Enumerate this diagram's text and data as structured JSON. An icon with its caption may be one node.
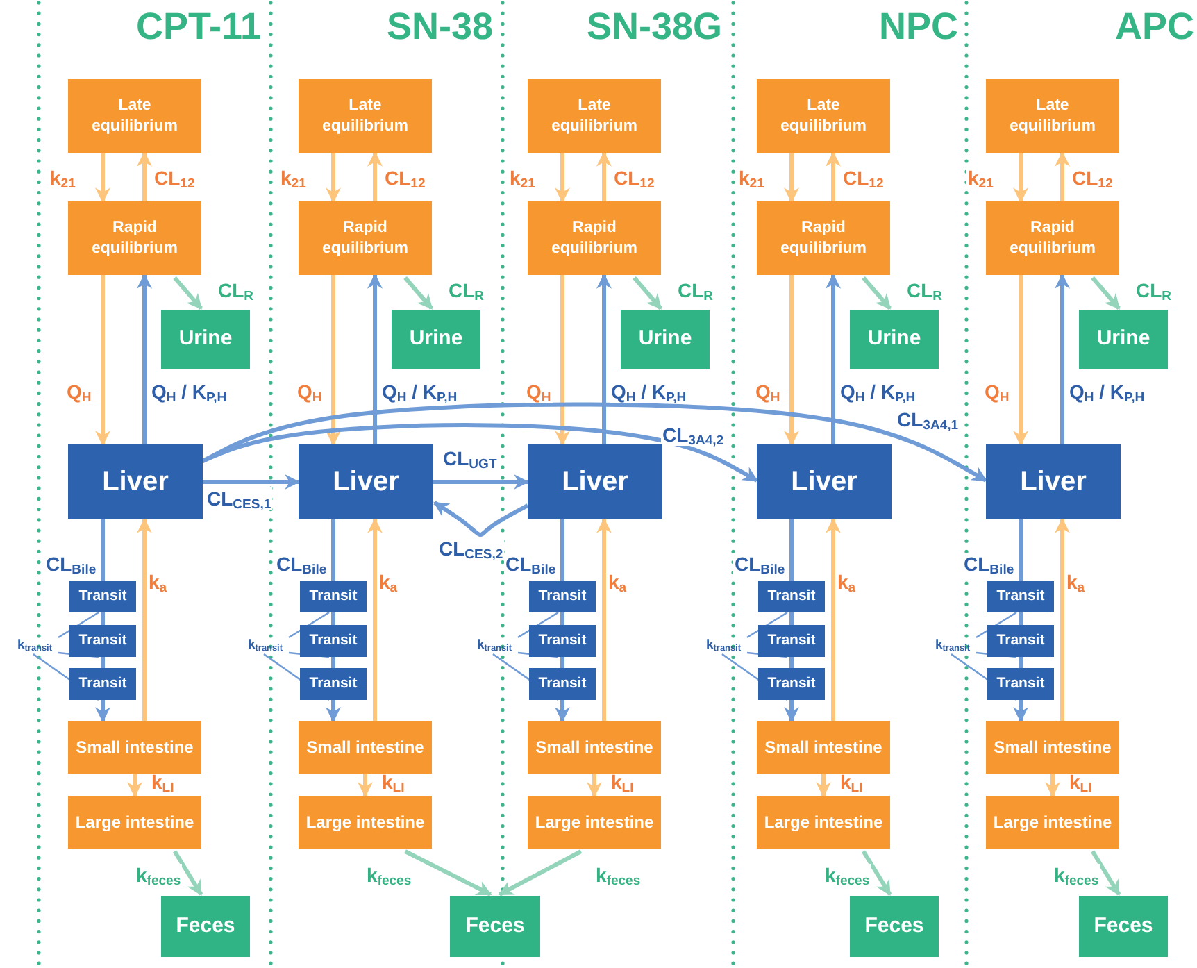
{
  "diagram": {
    "nodes": [
      {
        "text": [
          "Late equilibrium"
        ]
      },
      {
        "text": [
          "Rapid equilibrium"
        ]
      },
      {
        "text": [
          "Urine"
        ]
      },
      {
        "text": [
          "Liver"
        ]
      },
      {
        "text": [
          "Transit"
        ]
      },
      {
        "text": [
          "Transit"
        ]
      },
      {
        "text": [
          "Transit"
        ]
      },
      {
        "text": [
          "k$_{transit}$"
        ]
      },
      {
        "text": [
          "Small intestine"
        ]
      },
      {
        "text": [
          "Large intestine"
        ]
      },
      {
        "text": [
          "Feces"
        ]
      },
      {
        "text": [
          "Late equilibrium"
        ]
      },
      {
        "text": [
          "Rapid equilibrium"
        ]
      },
      {
        "text": [
          "Urine"
        ]
      },
      {
        "text": [
          "Liver"
        ]
      },
      {
        "text": [
          "Transit"
        ]
      },
      {
        "text": [
          "Transit"
        ]
      },
      {
        "text": [
          "Transit"
        ]
      },
      {
        "text": [
          "k$_{transit}$"
        ]
      },
      {
        "text": [
          "Small intestine"
        ]
      },
      {
        "text": [
          "Large intestine"
        ]
      },
      {
        "text": [
          "Feces"
        ]
      },
      {
        "text": [
          "Late equilibrium"
        ]
      },
      {
        "text": [
          "Rapid equilibrium"
        ]
      },
      {
        "text": [
          "Urine"
        ]
      },
      {
        "text": [
          "Liver"
        ]
      },
      {
        "text": [
          "Transit"
        ]
      },
      {
        "text": [
          "Transit"
        ]
      },
      {
        "text": [
          "Transit"
        ]
      },
      {
        "text": [
          "k$_{transit}$"
        ]
      },
      {
        "text": [
          "Small intestine"
        ]
      },
      {
        "text": [
          "Large intestine"
        ]
      },
      {
        "text": [
          "Late equilibrium"
        ]
      },
      {
        "text": [
          "Rapid equilibrium"
        ]
      },
      {
        "text": [
          "Urine"
        ]
      },
      {
        "text": [
          "Liver"
        ]
      },
      {
        "text": [
          "Transit"
        ]
      },
      {
        "text": [
          "Transit"
        ]
      },
      {
        "text": [
          "Transit"
        ]
      },
      {
        "text": [
          "k$_{transit}$"
        ]
      },
      {
        "text": [
          "Small intestine"
        ]
      },
      {
        "text": [
          "Large intestine"
        ]
      },
      {
        "text": [
          "Feces"
        ]
      },
      {
        "text": [
          "Late equilibrium"
        ]
      },
      {
        "text": [
          "Rapid equilibrium"
        ]
      },
      {
        "text": [
          "Urine"
        ]
      },
      {
        "text": [
          "Liver"
        ]
      },
      {
        "text": [
          "Transit"
        ]
      },
      {
        "text": [
          "Transit"
        ]
      },
      {
        "text": [
          "Transit"
        ]
      },
      {
        "text": [
          "k$_{transit}$"
        ]
      },
      {
        "text": [
          "Small intestine"
        ]
      },
      {
        "text": [
          "Large intestine"
        ]
      },
      {
        "text": [
          "Feces"
        ]
      }
    ],
    "edges": [
      {
        "from": 0,
        "to": 1,
        "arrow": "to",
        "label": "k$_{21}$",
        "color": "#fdc57c"
      },
      {
        "from": 1,
        "to": 0,
        "arrow": "to",
        "label": "CL$_{12}$",
        "color": "#fdc57c"
      },
      {
        "from": 1,
        "to": 2,
        "arrow": "to",
        "label": "CL$_{R}$",
        "color": "#93d4bb"
      },
      {
        "from": 1,
        "to": 3,
        "arrow": "to",
        "label": "Q$_{H}$",
        "color": "#fdc57c"
      },
      {
        "from": 3,
        "to": 1,
        "arrow": "to",
        "label": "Q$_{H}$ / K$_{P,H}$"
      },
      {
        "from": 3,
        "to": 4,
        "arrow": "none",
        "label": "CL$_{Bile}$"
      },
      {
        "from": 4,
        "to": 5,
        "arrow": "none"
      },
      {
        "from": 5,
        "to": 6,
        "arrow": "none"
      },
      {
        "from": 6,
        "to": 8,
        "arrow": "to"
      },
      {
        "from": 7,
        "to": 4,
        "arrow": "none"
      },
      {
        "from": 7,
        "to": 5,
        "arrow": "none"
      },
      {
        "from": 7,
        "to": 6,
        "arrow": "none"
      },
      {
        "from": 8,
        "to": 3,
        "arrow": "to",
        "label": "k$_{a}$",
        "color": "#fdc57c"
      },
      {
        "from": 8,
        "to": 9,
        "arrow": "to",
        "label": "k$_{LI}$",
        "color": "#fdc57c"
      },
      {
        "from": 9,
        "to": 10,
        "arrow": "to",
        "label": "k$_{feces}$",
        "color": "#93d4bb"
      },
      {
        "from": 11,
        "to": 12,
        "arrow": "to",
        "label": "k$_{21}$",
        "color": "#fdc57c"
      },
      {
        "from": 12,
        "to": 11,
        "arrow": "to",
        "label": "CL$_{12}$",
        "color": "#fdc57c"
      },
      {
        "from": 12,
        "to": 13,
        "arrow": "to",
        "label": "CL$_{R}$",
        "color": "#93d4bb"
      },
      {
        "from": 12,
        "to": 14,
        "arrow": "to",
        "label": "Q$_{H}$",
        "color": "#fdc57c"
      },
      {
        "from": 14,
        "to": 12,
        "arrow": "to",
        "label": "Q$_{H}$ / K$_{P,H}$"
      },
      {
        "from": 14,
        "to": 15,
        "arrow": "none",
        "label": "CL$_{Bile}$"
      },
      {
        "from": 15,
        "to": 16,
        "arrow": "none"
      },
      {
        "from": 16,
        "to": 17,
        "arrow": "none"
      },
      {
        "from": 17,
        "to": 19,
        "arrow": "to"
      },
      {
        "from": 18,
        "to": 15,
        "arrow": "none"
      },
      {
        "from": 18,
        "to": 16,
        "arrow": "none"
      },
      {
        "from": 18,
        "to": 17,
        "arrow": "none"
      },
      {
        "from": 19,
        "to": 14,
        "arrow": "to",
        "label": "k$_{a}$",
        "color": "#fdc57c"
      },
      {
        "from": 19,
        "to": 20,
        "arrow": "to",
        "label": "k$_{LI}$",
        "color": "#fdc57c"
      },
      {
        "from": 20,
        "to": 21,
        "arrow": "to",
        "label": "k$_{feces}$",
        "color": "#93d4bb"
      },
      {
        "from": 22,
        "to": 23,
        "arrow": "to",
        "label": "k$_{21}$",
        "color": "#fdc57c"
      },
      {
        "from": 23,
        "to": 22,
        "arrow": "to",
        "label": "CL$_{12}$",
        "color": "#fdc57c"
      },
      {
        "from": 23,
        "to": 24,
        "arrow": "to",
        "label": "CL$_{R}$",
        "color": "#93d4bb"
      },
      {
        "from": 23,
        "to": 25,
        "arrow": "to",
        "label": "Q$_{H}$",
        "color": "#fdc57c"
      },
      {
        "from": 25,
        "to": 23,
        "arrow": "to",
        "label": "Q$_{H}$ / K$_{P,H}$"
      },
      {
        "from": 25,
        "to": 26,
        "arrow": "none",
        "label": "CL$_{Bile}$"
      },
      {
        "from": 26,
        "to": 27,
        "arrow": "none"
      },
      {
        "from": 27,
        "to": 28,
        "arrow": "none"
      },
      {
        "from": 28,
        "to": 30,
        "arrow": "to"
      },
      {
        "from": 29,
        "to": 26,
        "arrow": "none"
      },
      {
        "from": 29,
        "to": 27,
        "arrow": "none"
      },
      {
        "from": 29,
        "to": 28,
        "arrow": "none"
      },
      {
        "from": 30,
        "to": 25,
        "arrow": "to",
        "label": "k$_{a}$",
        "color": "#fdc57c"
      },
      {
        "from": 30,
        "to": 31,
        "arrow": "to",
        "label": "k$_{LI}$",
        "color": "#fdc57c"
      },
      {
        "from": 31,
        "to": 21,
        "arrow": "to",
        "label": "k$_{feces}$",
        "color": "#93d4bb"
      },
      {
        "from": 32,
        "to": 33,
        "arrow": "to",
        "label": "k$_{21}$",
        "color": "#fdc57c"
      },
      {
        "from": 33,
        "to": 32,
        "arrow": "to",
        "label": "CL$_{12}$",
        "color": "#fdc57c"
      },
      {
        "from": 33,
        "to": 34,
        "arrow": "to",
        "label": "CL$_{R}$",
        "color": "#93d4bb"
      },
      {
        "from": 33,
        "to": 35,
        "arrow": "to",
        "label": "Q$_{H}$",
        "color": "#fdc57c"
      },
      {
        "from": 35,
        "to": 33,
        "arrow": "to",
        "label": "Q$_{H}$ / K$_{P,H}$"
      },
      {
        "from": 35,
        "to": 36,
        "arrow": "none",
        "label": "CL$_{Bile}$"
      },
      {
        "from": 36,
        "to": 37,
        "arrow": "none"
      },
      {
        "from": 37,
        "to": 38,
        "arrow": "none"
      },
      {
        "from": 38,
        "to": 40,
        "arrow": "to"
      },
      {
        "from": 39,
        "to": 36,
        "arrow": "none"
      },
      {
        "from": 39,
        "to": 37,
        "arrow": "none"
      },
      {
        "from": 39,
        "to": 38,
        "arrow": "none"
      },
      {
        "from": 40,
        "to": 35,
        "arrow": "to",
        "label": "k$_{a}$",
        "color": "#fdc57c"
      },
      {
        "from": 40,
        "to": 41,
        "arrow": "to",
        "label": "k$_{LI}$",
        "color": "#fdc57c"
      },
      {
        "from": 41,
        "to": 42,
        "arrow": "to",
        "label": "k$_{feces}$",
        "color": "#93d4bb"
      },
      {
        "from": 43,
        "to": 44,
        "arrow": "to",
        "label": "k$_{21}$",
        "color": "#fdc57c"
      },
      {
        "from": 44,
        "to": 43,
        "arrow": "to",
        "label": "CL$_{12}$",
        "color": "#fdc57c"
      },
      {
        "from": 44,
        "to": 45,
        "arrow": "to",
        "label": "CL$_{R}$",
        "color": "#93d4bb"
      },
      {
        "from": 44,
        "to": 46,
        "arrow": "to",
        "label": "Q$_{H}$",
        "color": "#fdc57c"
      },
      {
        "from": 46,
        "to": 44,
        "arrow": "to",
        "label": "Q$_{H}$ / K$_{P,H}$"
      },
      {
        "from": 46,
        "to": 47,
        "arrow": "none",
        "label": "CL$_{Bile}$"
      },
      {
        "from": 47,
        "to": 48,
        "arrow": "none"
      },
      {
        "from": 48,
        "to": 49,
        "arrow": "none"
      },
      {
        "from": 49,
        "to": 51,
        "arrow": "to"
      },
      {
        "from": 50,
        "to": 47,
        "arrow": "none"
      },
      {
        "from": 50,
        "to": 48,
        "arrow": "none"
      },
      {
        "from": 50,
        "to": 49,
        "arrow": "none"
      },
      {
        "from": 51,
        "to": 46,
        "arrow": "to",
        "label": "k$_{a}$",
        "color": "#fdc57c"
      },
      {
        "from": 51,
        "to": 52,
        "arrow": "to",
        "label": "k$_{LI}$",
        "color": "#fdc57c"
      },
      {
        "from": 52,
        "to": 53,
        "arrow": "to",
        "label": "k$_{feces}$",
        "color": "#93d4bb"
      },
      {
        "from": 3,
        "to": 14,
        "arrow": "to",
        "label": "CL$_{CES,1}$"
      },
      {
        "from": 14,
        "to": 25,
        "arrow": "to",
        "label": "CL$_{UGT}$"
      },
      {
        "from": 25,
        "to": 14,
        "arrow": "to",
        "label": "CL$_{CES,2}$"
      },
      {
        "from": 3,
        "to": 35,
        "arrow": "to",
        "label": "CL$_{3A4,2}$"
      },
      {
        "from": 3,
        "to": 46,
        "arrow": "to",
        "label": "CL$_{3A4,1}$"
      }
    ],
    "labels": [
      "CPT-11",
      "SN-38",
      "SN-38G",
      "NPC",
      "APC"
    ]
  }
}
